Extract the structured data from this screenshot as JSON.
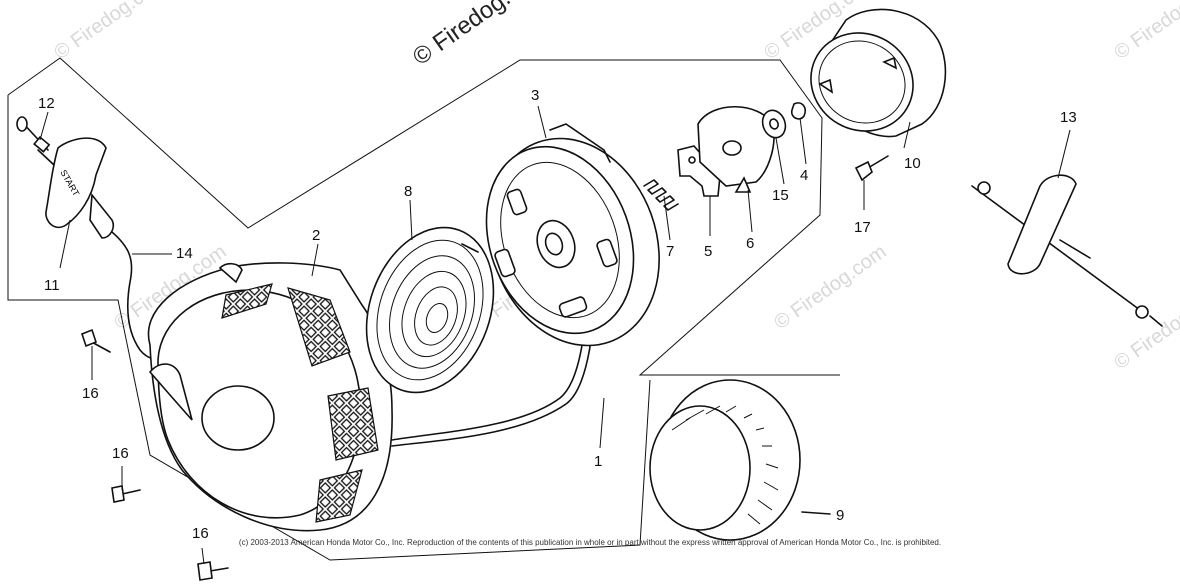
{
  "watermark": {
    "main": "© Firedog.com",
    "small": "© Firedog.com"
  },
  "copyright": "(c) 2003-2013 American Honda Motor Co., Inc. Reproduction of the contents of this publication in whole or in part without the express written approval of American Honda Motor Co., Inc. is prohibited.",
  "handle_text": "START",
  "callouts": {
    "c1": "1",
    "c2": "2",
    "c3": "3",
    "c4": "4",
    "c5": "5",
    "c6": "6",
    "c7": "7",
    "c8": "8",
    "c9": "9",
    "c10": "10",
    "c11": "11",
    "c12": "12",
    "c13": "13",
    "c14": "14",
    "c15": "15",
    "c16a": "16",
    "c16b": "16",
    "c16c": "16",
    "c17": "17"
  }
}
